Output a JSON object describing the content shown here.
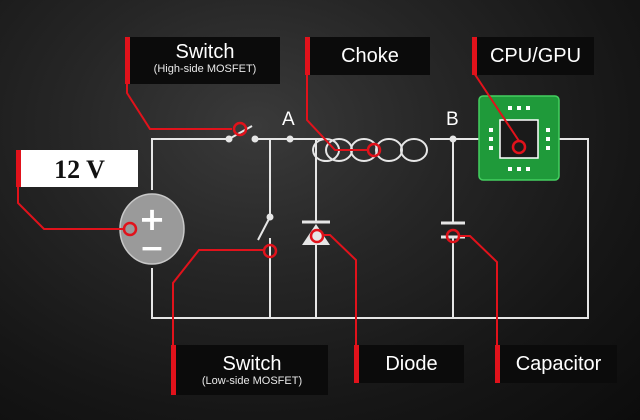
{
  "labels": {
    "high_switch": {
      "title": "Switch",
      "sub": "(High-side MOSFET)"
    },
    "choke": {
      "title": "Choke"
    },
    "cpu": {
      "title": "CPU/GPU"
    },
    "voltage": {
      "title": "12 V"
    },
    "low_switch": {
      "title": "Switch",
      "sub": "(Low-side MOSFET)"
    },
    "diode": {
      "title": "Diode"
    },
    "capacitor": {
      "title": "Capacitor"
    }
  },
  "nodes": {
    "a": "A",
    "b": "B"
  },
  "battery": {
    "plus": "+",
    "minus": "−"
  },
  "colors": {
    "accent": "#e1121b",
    "wire": "#e6e6e6",
    "chip_board": "#1f9a3a",
    "chip_die": "#1a1a1a"
  }
}
